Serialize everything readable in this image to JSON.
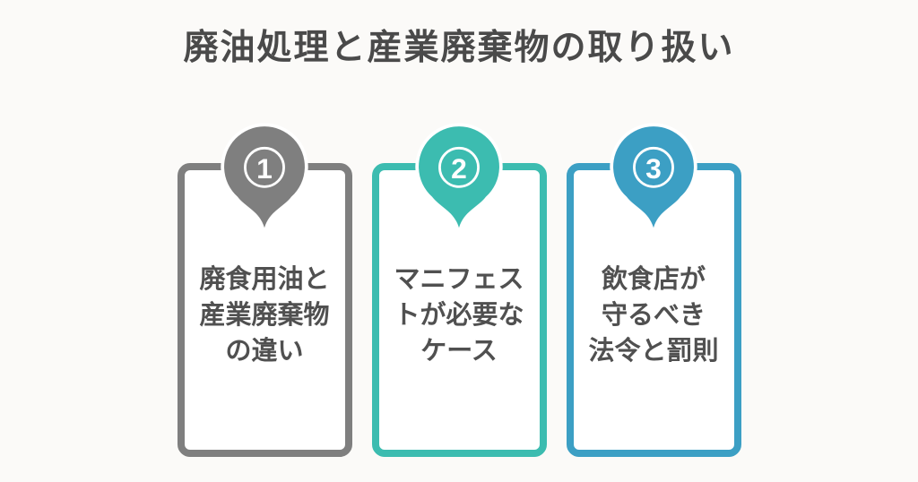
{
  "title": "廃油処理と産業廃棄物の取り扱い",
  "theme": {
    "background": "#FBFAF8",
    "title_color": "#4A4A4A",
    "body_text_color": "#505050",
    "pin_number_color": "#FFFFFF",
    "card_background": "#FFFFFF"
  },
  "cards": [
    {
      "number": "1",
      "color": "#7F7F7F",
      "lines": [
        "廃食用油と",
        "産業廃棄物",
        "の違い"
      ]
    },
    {
      "number": "2",
      "color": "#3CBCB0",
      "lines": [
        "マニフェス",
        "トが必要な",
        "ケース"
      ]
    },
    {
      "number": "3",
      "color": "#3C9FC4",
      "lines": [
        "飲食店が",
        "守るべき",
        "法令と罰則"
      ]
    }
  ]
}
